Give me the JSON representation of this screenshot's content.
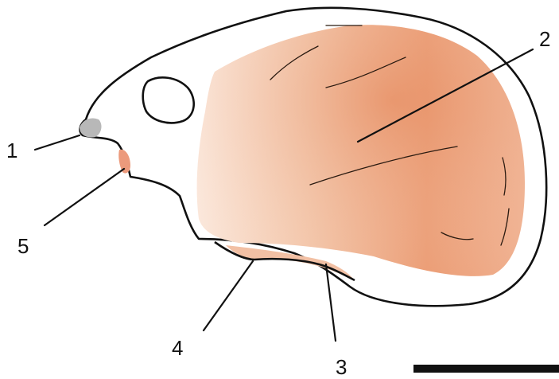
{
  "colors": {
    "outline": "#111111",
    "muscle_scar_light": "#f7dccb",
    "muscle_scar_dark": "#e8916a",
    "accent_tissue": "#e9977a",
    "grey_tissue": "#b8b8b8",
    "background": "#ffffff"
  },
  "labels": {
    "l1": "1",
    "l2": "2",
    "l3": "3",
    "l4": "4",
    "l5": "5"
  },
  "scale_bar": {
    "color": "#111111"
  }
}
